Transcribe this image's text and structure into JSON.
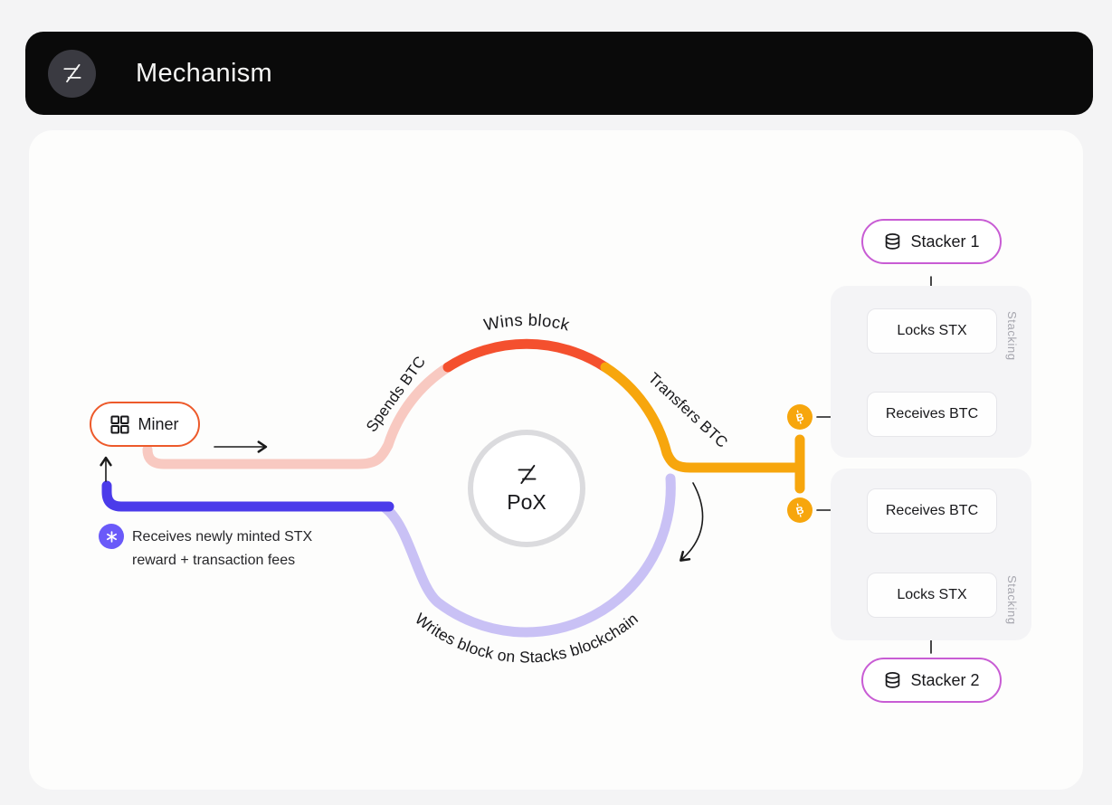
{
  "header": {
    "title": "Mechanism"
  },
  "icons": {
    "header_logo": "stacks-z-logo",
    "miner": "grid-icon",
    "stacker": "database-icon",
    "bitcoin": "bitcoin-icon",
    "reward": "asterisk-icon",
    "arrow": "thin-black-arrow"
  },
  "colors": {
    "header_bg": "#0A0A0A",
    "page_bg": "#F4F4F5",
    "card_bg": "#FDFDFC",
    "miner_border": "#ED5A2B",
    "stacker_border": "#C85CD4",
    "spends_pink": "#F8C9C1",
    "wins_red": "#F4502E",
    "transfers_amber": "#F7A60D",
    "writes_light_purple": "#C9C1F5",
    "reward_indigo": "#4B3BEA",
    "stx_icon_bg": "#6A5AF9",
    "bitcoin_bg": "#F7A60D",
    "pox_ring": "#DBDBDE",
    "panel_bg": "#F4F4F6"
  },
  "diagram": {
    "miner_label": "Miner",
    "pox_label": "PoX",
    "arcs": {
      "spends": "Spends BTC",
      "wins": "Wins block",
      "transfers": "Transfers BTC",
      "writes": "Writes block on Stacks blockchain"
    },
    "reward_note": {
      "line1": "Receives newly minted STX",
      "line2": "reward + transaction fees"
    },
    "stacking_label": "Stacking",
    "stacker1": {
      "label": "Stacker 1",
      "steps": [
        "Locks STX",
        "Receives BTC"
      ]
    },
    "stacker2": {
      "label": "Receives BTC",
      "steps": [
        "Receives BTC",
        "Locks STX"
      ],
      "name": "Stacker 2"
    }
  }
}
